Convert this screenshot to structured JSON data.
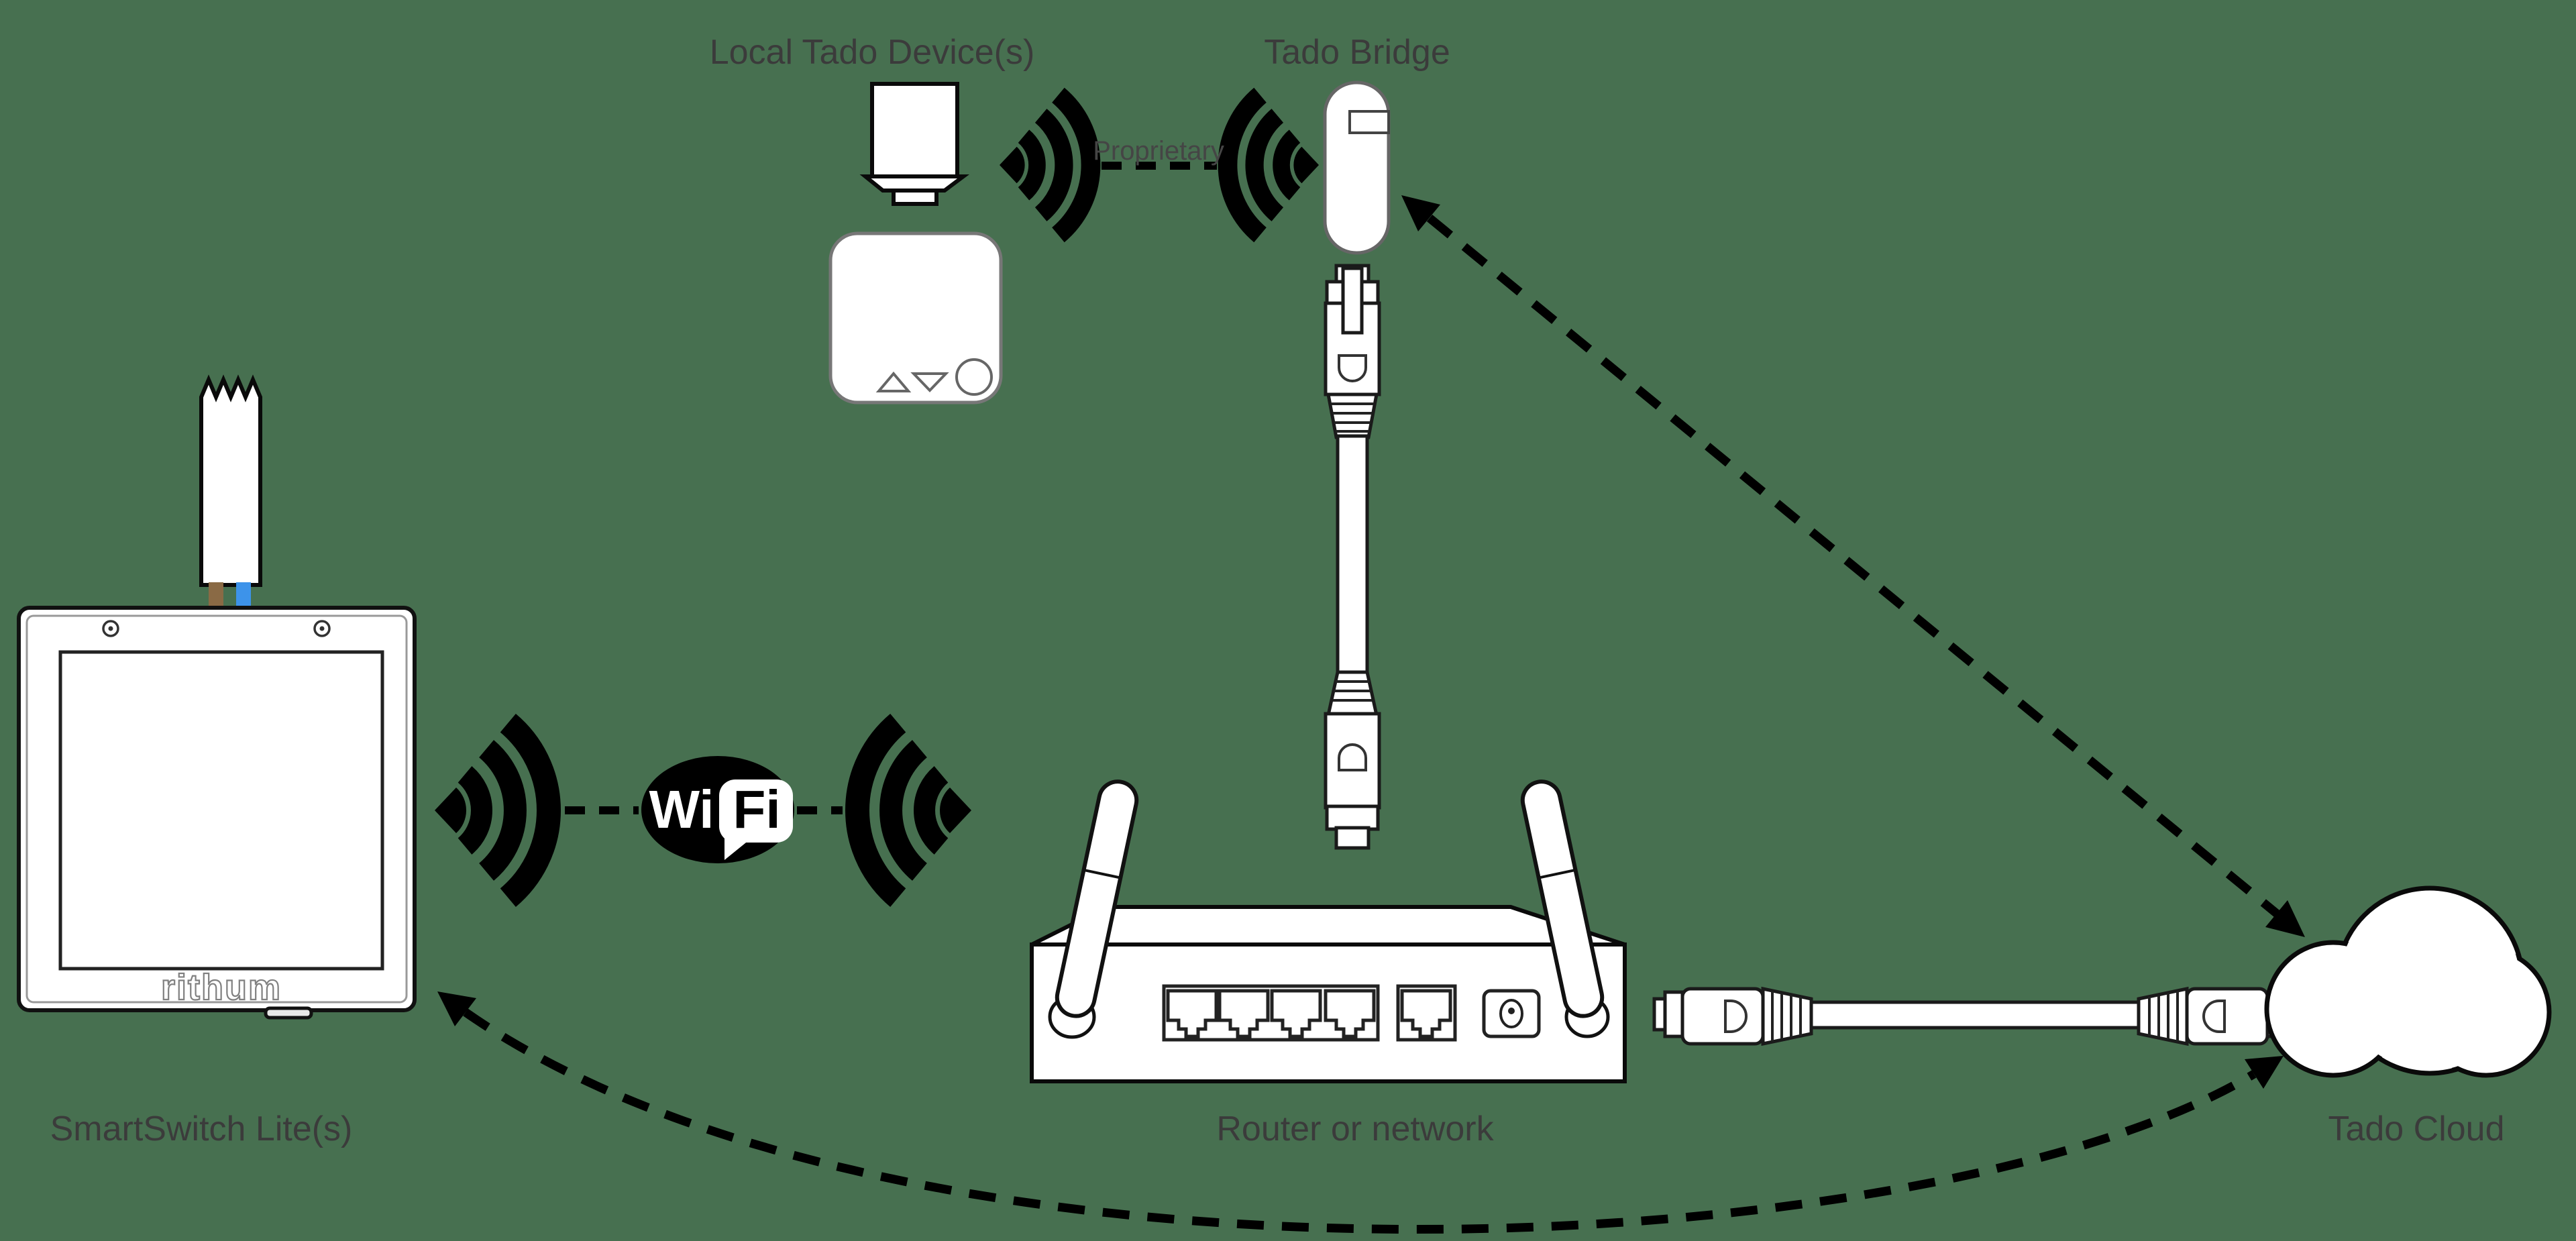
{
  "diagram": {
    "labels": {
      "local_devices": "Local Tado Device(s)",
      "bridge": "Tado Bridge",
      "proprietary_link": "Proprietary",
      "smart_switch": "SmartSwitch Lite(s)",
      "router": "Router or network",
      "cloud": "Tado Cloud"
    },
    "wifi_logo": {
      "wi": "Wi",
      "fi": "Fi"
    },
    "smart_switch_brand": "rithum",
    "colors": {
      "background": "#477050",
      "device_fill": "#ffffff",
      "outline": "#0a0a0a",
      "label_text": "#3b3b3b",
      "wire_brown": "#8a6a45",
      "wire_blue": "#3d93ea",
      "wifi_logo_black": "#000000"
    }
  }
}
